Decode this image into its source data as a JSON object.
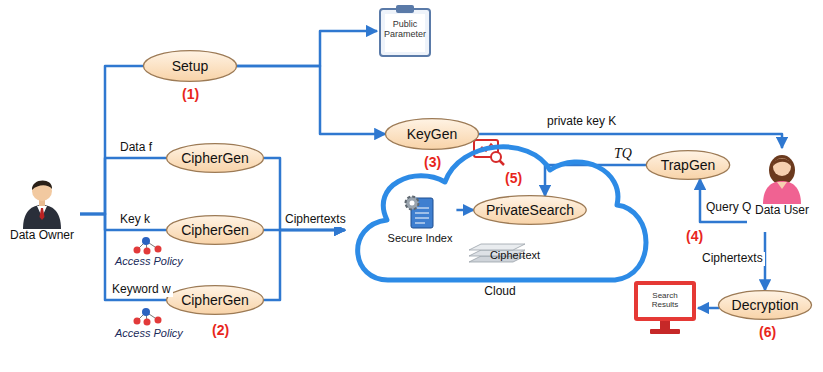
{
  "diagram": {
    "nodes": [
      {
        "text": [
          "Data Owner"
        ]
      },
      {
        "text": [
          "Setup"
        ]
      },
      {
        "text": [
          "Public Parameter"
        ]
      },
      {
        "text": [
          "KeyGen"
        ]
      },
      {
        "text": [
          "CipherGen"
        ]
      },
      {
        "text": [
          "CipherGen"
        ]
      },
      {
        "text": [
          "CipherGen"
        ]
      },
      {
        "text": [
          "Cloud"
        ]
      },
      {
        "text": [
          "Secure Index"
        ],
        "in": 7
      },
      {
        "text": [
          "PrivateSearch"
        ],
        "in": 7
      },
      {
        "text": [
          "Ciphertext"
        ],
        "in": 7
      },
      {
        "text": [
          "TrapGen"
        ]
      },
      {
        "text": [
          "Data User"
        ]
      },
      {
        "text": [
          "Decryption"
        ]
      },
      {
        "text": [
          "Search Results"
        ]
      }
    ],
    "edges": [
      {
        "from": 0,
        "to": 1,
        "arrow": "none"
      },
      {
        "from": 0,
        "to": 4,
        "arrow": "none",
        "label": "Data f"
      },
      {
        "from": 0,
        "to": 5,
        "arrow": "none",
        "label": "Key k"
      },
      {
        "from": 0,
        "to": 6,
        "arrow": "none",
        "label": "Keyword w"
      },
      {
        "from": 1,
        "to": 2,
        "arrow": "to"
      },
      {
        "from": 1,
        "to": 3,
        "arrow": "to"
      },
      {
        "from": 3,
        "to": 12,
        "arrow": "to",
        "label": "private key K"
      },
      {
        "from": 4,
        "to": 7,
        "arrow": "to"
      },
      {
        "from": 5,
        "to": 7,
        "arrow": "to",
        "label": "Ciphertexts"
      },
      {
        "from": 6,
        "to": 7,
        "arrow": "to"
      },
      {
        "from": 8,
        "to": 9,
        "arrow": "to"
      },
      {
        "from": 11,
        "to": 9,
        "arrow": "to",
        "label": "TQ"
      },
      {
        "from": 12,
        "to": 11,
        "arrow": "to",
        "label": "Query Q"
      },
      {
        "from": 12,
        "to": 13,
        "arrow": "to",
        "label": "Ciphertexts"
      },
      {
        "from": 13,
        "to": 14,
        "arrow": "to"
      }
    ],
    "labels": [
      "(1)",
      "(2)",
      "(3)",
      "(4)",
      "(5)",
      "(6)",
      "Access Policy",
      "Access Policy"
    ]
  }
}
